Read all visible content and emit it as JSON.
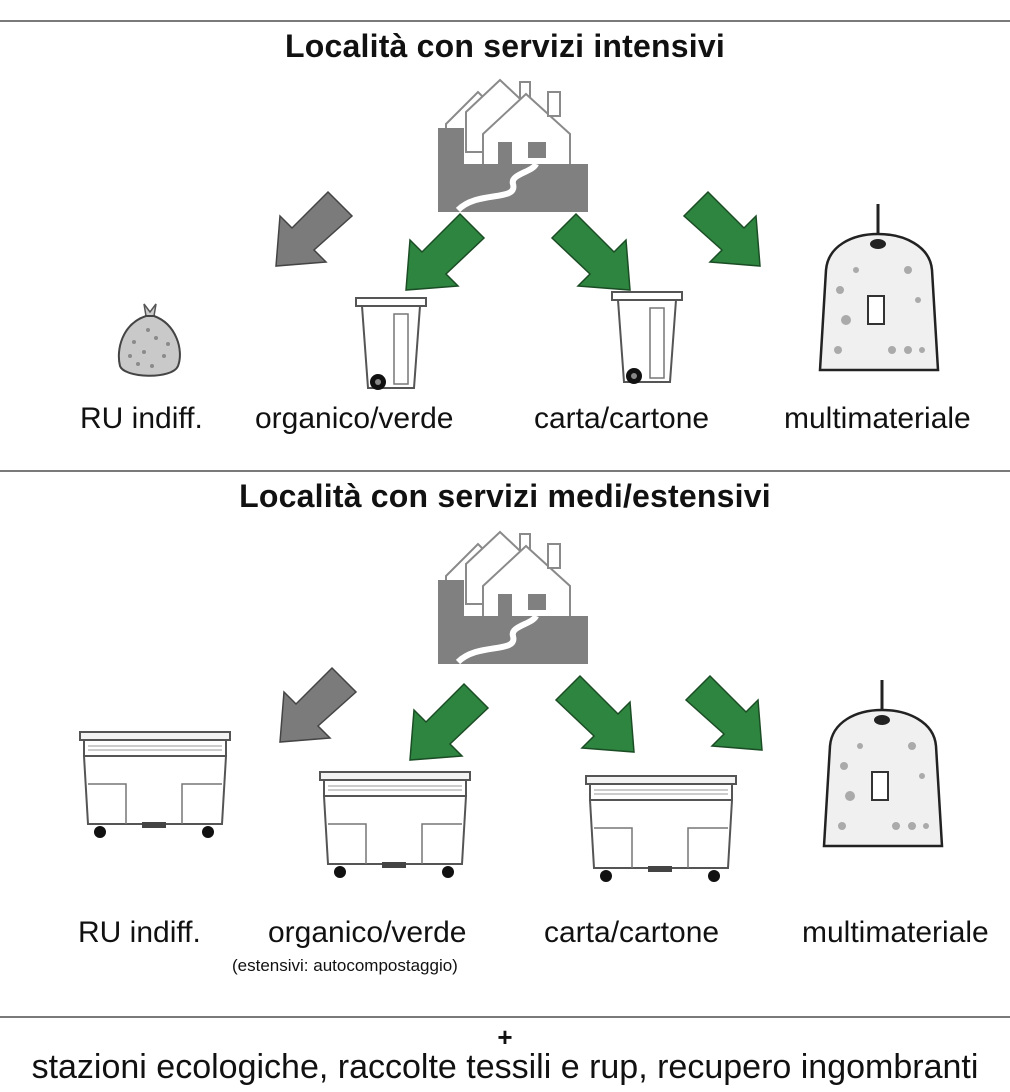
{
  "colors": {
    "green": "#2e8540",
    "gray": "#7b7b7b",
    "rule": "#7a7a7a",
    "house": "#808080"
  },
  "section_intensive": {
    "title": "Località con servizi intensivi",
    "labels": [
      "RU indiff.",
      "organico/verde",
      "carta/cartone",
      "multimateriale"
    ],
    "icons": [
      "waste-bag-icon",
      "wheelie-bin-icon",
      "wheelie-bin-icon",
      "bell-container-icon"
    ]
  },
  "section_extensive": {
    "title": "Località con servizi medi/estensivi",
    "labels": [
      "RU indiff.",
      "organico/verde",
      "carta/cartone",
      "multimateriale"
    ],
    "note": "(estensivi: autocompostaggio)",
    "icons": [
      "dumpster-icon",
      "dumpster-icon",
      "dumpster-icon",
      "bell-container-icon"
    ]
  },
  "footer": {
    "plus": "+",
    "text": "stazioni ecologiche, raccolte tessili e rup, recupero ingombranti"
  }
}
